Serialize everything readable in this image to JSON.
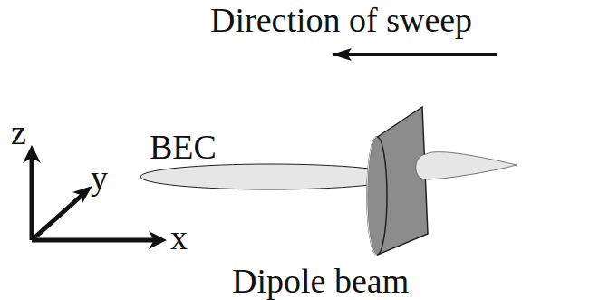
{
  "diagram": {
    "labels": [
      "Direction of sweep",
      "BEC",
      "z",
      "y",
      "x",
      "Dipole beam"
    ]
  }
}
